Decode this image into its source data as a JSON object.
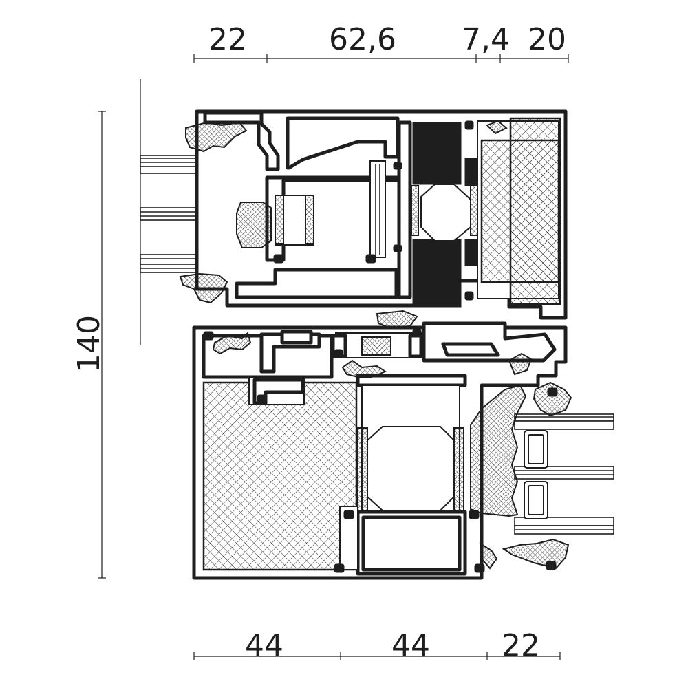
{
  "dimensions": {
    "top": [
      {
        "id": "top-1",
        "label": "22"
      },
      {
        "id": "top-2",
        "label": "62,6"
      },
      {
        "id": "top-3",
        "label": "7,4"
      },
      {
        "id": "top-4",
        "label": "20"
      }
    ],
    "bottom": [
      {
        "id": "bottom-1",
        "label": "44"
      },
      {
        "id": "bottom-2",
        "label": "44"
      },
      {
        "id": "bottom-3",
        "label": "22"
      }
    ],
    "left": {
      "id": "left-height",
      "label": "140"
    }
  },
  "colors": {
    "line": "#1e1e1e",
    "background": "#ffffff"
  }
}
